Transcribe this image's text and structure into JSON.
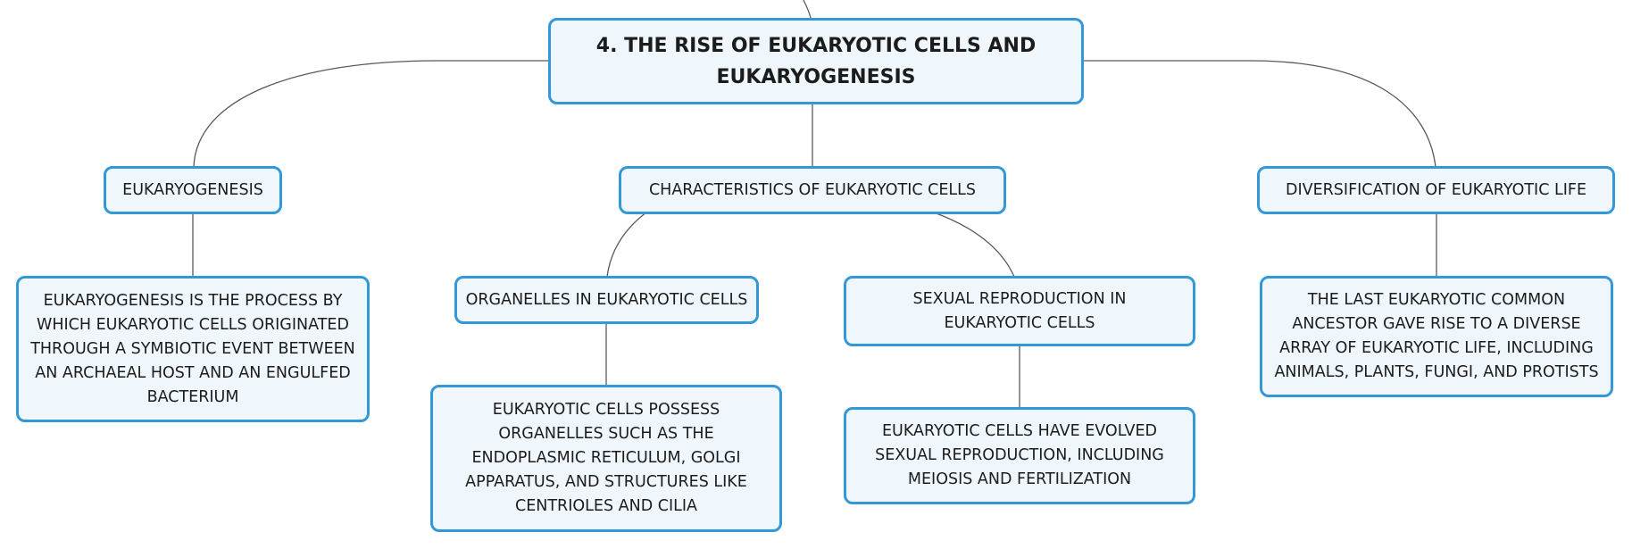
{
  "diagram": {
    "root": {
      "label": "4. THE RISE OF EUKARYOTIC CELLS AND EUKARYOGENESIS"
    },
    "branches": [
      {
        "label": "EUKARYOGENESIS",
        "detail": "EUKARYOGENESIS IS THE PROCESS BY WHICH EUKARYOTIC CELLS ORIGINATED THROUGH A SYMBIOTIC EVENT BETWEEN AN ARCHAEAL HOST AND AN ENGULFED BACTERIUM"
      },
      {
        "label": "CHARACTERISTICS OF EUKARYOTIC CELLS",
        "children": [
          {
            "label": "ORGANELLES IN EUKARYOTIC CELLS",
            "detail": "EUKARYOTIC CELLS POSSESS ORGANELLES SUCH AS THE ENDOPLASMIC RETICULUM, GOLGI APPARATUS, AND STRUCTURES LIKE CENTRIOLES AND CILIA"
          },
          {
            "label": "SEXUAL REPRODUCTION IN EUKARYOTIC CELLS",
            "detail": "EUKARYOTIC CELLS HAVE EVOLVED SEXUAL REPRODUCTION, INCLUDING MEIOSIS AND FERTILIZATION"
          }
        ]
      },
      {
        "label": "DIVERSIFICATION OF EUKARYOTIC LIFE",
        "detail": "THE LAST EUKARYOTIC COMMON ANCESTOR GAVE RISE TO A DIVERSE ARRAY OF EUKARYOTIC LIFE, INCLUDING ANIMALS, PLANTS, FUNGI, AND PROTISTS"
      }
    ]
  },
  "colors": {
    "node_border": "#3398d8",
    "node_fill": "#eff7fd",
    "connector": "#555a60",
    "text": "#1c1c1c"
  }
}
